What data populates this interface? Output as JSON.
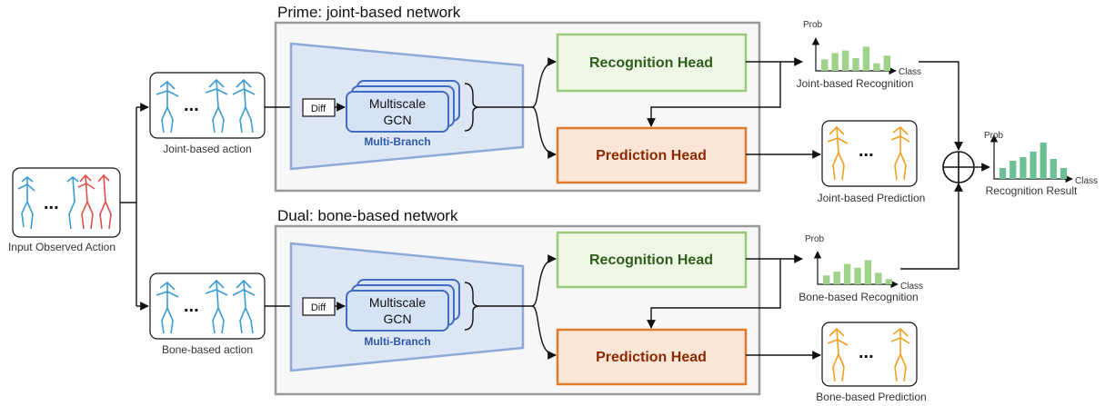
{
  "input": {
    "label": "Input Observed Action"
  },
  "prime": {
    "title": "Prime: joint-based network",
    "action_label": "Joint-based action",
    "diff_label": "Diff",
    "gcn_label_1": "Multiscale",
    "gcn_label_2": "GCN",
    "branch_label": "Multi-Branch",
    "recognition_head": "Recognition Head",
    "prediction_head": "Prediction Head",
    "recognition_output_label": "Joint-based Recognition",
    "prediction_output_label": "Joint-based Prediction",
    "hist_y_label": "Prob",
    "hist_x_label": "Class",
    "hist_values": [
      0.45,
      0.7,
      0.8,
      0.5,
      0.95,
      0.3,
      0.6
    ]
  },
  "dual": {
    "title": "Dual: bone-based network",
    "action_label": "Bone-based action",
    "diff_label": "Diff",
    "gcn_label_1": "Multiscale",
    "gcn_label_2": "GCN",
    "branch_label": "Multi-Branch",
    "recognition_head": "Recognition Head",
    "prediction_head": "Prediction Head",
    "recognition_output_label": "Bone-based Recognition",
    "prediction_output_label": "Bone-based Prediction",
    "hist_y_label": "Prob",
    "hist_x_label": "Class",
    "hist_values": [
      0.35,
      0.5,
      0.8,
      0.65,
      0.95,
      0.45,
      0.2
    ]
  },
  "fusion": {
    "symbol": "⊕",
    "result_label": "Recognition Result",
    "hist_y_label": "Prob",
    "hist_x_label": "Class",
    "hist_values": [
      0.3,
      0.5,
      0.6,
      0.75,
      1.0,
      0.55,
      0.3
    ]
  },
  "ellipsis": "...",
  "colors": {
    "recognition_fill": "#eef6e6",
    "recognition_stroke": "#9bc97a",
    "prediction_fill": "#fbe5d6",
    "prediction_stroke": "#e07a2c",
    "encoder_fill": "#dce6f5",
    "encoder_stroke": "#8fa9d6",
    "gcn_fill": "#d6e2f5",
    "gcn_stroke": "#3f6cc0",
    "hist_green": "#9fd38a",
    "hist_result": "#6cc096",
    "joint_blue": "#3a9bd5",
    "bone_red": "#e0504a",
    "pred_orange": "#f0a020"
  }
}
